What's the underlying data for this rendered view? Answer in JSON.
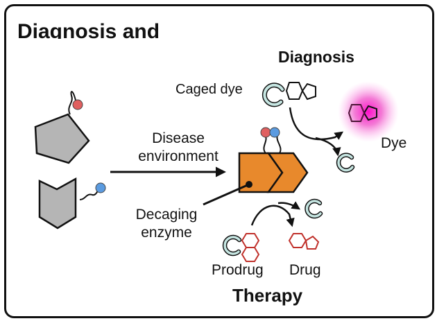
{
  "panel": {
    "title": "Diagnosis and"
  },
  "sections": {
    "diagnosis": "Diagnosis",
    "therapy": "Therapy"
  },
  "labels": {
    "caged_dye": "Caged dye",
    "dye": "Dye",
    "disease_environment": "Disease\nenvironment",
    "decaging_enzyme": "Decaging\nenzyme",
    "prodrug": "Prodrug",
    "drug": "Drug"
  },
  "colors": {
    "enzyme_fill": "#e8892c",
    "substrate_gray": "#b5b5b5",
    "cage_fill": "#c6e6e2",
    "red_sphere": "#e06060",
    "blue_sphere": "#5b9be0",
    "dye_glow": "#f050c8",
    "dye_ring": "#d41a8c",
    "drug_ring": "#c0302a",
    "outline": "#111111"
  }
}
